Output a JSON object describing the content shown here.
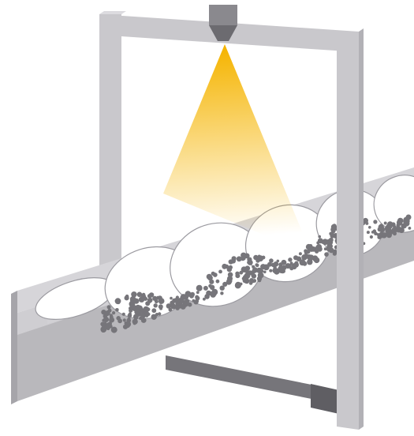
{
  "diagram": {
    "labels": [],
    "colors": {
      "background": "#ffffff",
      "frame": "#c9c8cc",
      "frame_dark": "#76757a",
      "conveyor_top": "#d6d5d9",
      "conveyor_side": "#b9b8bc",
      "trough": "#cfced2",
      "shaft": "#d2d1d5",
      "flight": "#ffffff",
      "flight_edge": "#9b9aa0",
      "bulk_material": "#76757a",
      "light_beam": "#f5b400"
    },
    "components": {
      "detector": "sensor-head",
      "frame": "inspection-gantry",
      "conveyor": "screw-conveyor",
      "material": "bulk-granules",
      "beam": "light-cone"
    }
  }
}
